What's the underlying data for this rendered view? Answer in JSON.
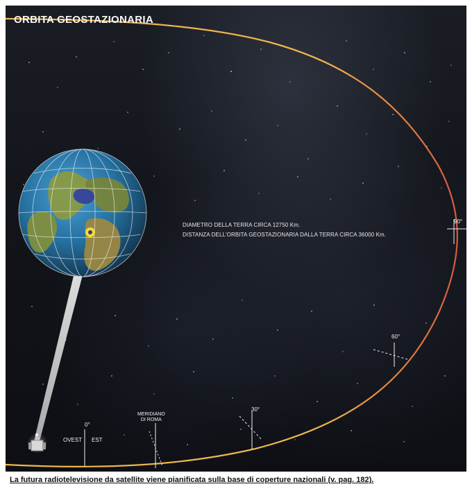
{
  "figure": {
    "title": "ORBITA GEOSTAZIONARIA",
    "info_lines": [
      "DIAMETRO DELLA TERRA CIRCA 12750 Km.",
      "DISTANZA DELL'ORBITA GEOSTAZIONARIA DALLA TERRA CIRCA 36000 Km."
    ],
    "orbit_labels": {
      "deg90": "90°",
      "deg60": "60°",
      "deg30": "30°",
      "deg0": "0°"
    },
    "meridian_label": {
      "line1": "MERIDIANO",
      "line2": "DI ROMA"
    },
    "direction_labels": {
      "west": "OVEST",
      "east": "EST"
    },
    "colors": {
      "orbit": "#efb64b",
      "orbit_red": "#d85a3d",
      "space": "#11131a",
      "earth_ocean": "#246f9e",
      "earth_land": "#7d8c3f",
      "beam": "#f3f3f3"
    }
  },
  "caption": "La futura radiotelevisione da satellite viene pianificata sulla base di coperture nazionali (v. pag. 182)."
}
